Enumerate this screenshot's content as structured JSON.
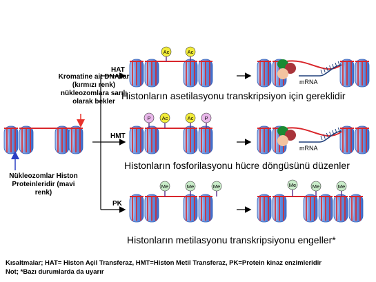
{
  "left_panel": {
    "dna_label_lines": [
      "Kromatine ait DNA’lar",
      "(kırmızı renk)",
      "nükleozomlara sarılı",
      "olarak bekler"
    ],
    "histone_label_lines": [
      "Nükleozomlar Histon",
      "Proteinleridir (mavi",
      "renk)"
    ]
  },
  "branches": [
    {
      "label": "HAT",
      "marks": [
        "Ac",
        "Ac"
      ],
      "mrna_label": "mRNA",
      "caption": "Histonların asetilasyonu transkripsiyon için gereklidir"
    },
    {
      "label": "HMT",
      "marks": [
        "P",
        "Ac",
        "Ac",
        "P"
      ],
      "mrna_label": "mRNA",
      "caption": "Histonların fosforilasyonu hücre döngüsünü düzenler"
    },
    {
      "label": "PK",
      "marks": [
        "Me",
        "Me",
        "Me",
        "Me",
        "Me",
        "Me"
      ],
      "caption": "Histonların metilasyonu transkripsiyonu engeller*"
    }
  ],
  "footnote": {
    "line1": "Kısaltmalar; HAT= Histon Açil Transferaz, HMT=Histon Metil Transferaz, PK=Protein kinaz enzimleridir",
    "line2": "Not; *Bazı durumlarda da uyarır"
  },
  "colors": {
    "dna": "#d9262b",
    "histone": "#4f81d8",
    "histone_light": "#b9cdf2",
    "ac_mark": "#f2ec3a",
    "p_mark": "#e9b7ea",
    "me_mark": "#c9ecc9",
    "pointer_red": "#e8332b",
    "pointer_blue": "#2b3fc4",
    "complex_green": "#1a8a32",
    "complex_red": "#a8343a",
    "complex_peach": "#f3c4a0",
    "mrna": "#1f3f7a"
  }
}
